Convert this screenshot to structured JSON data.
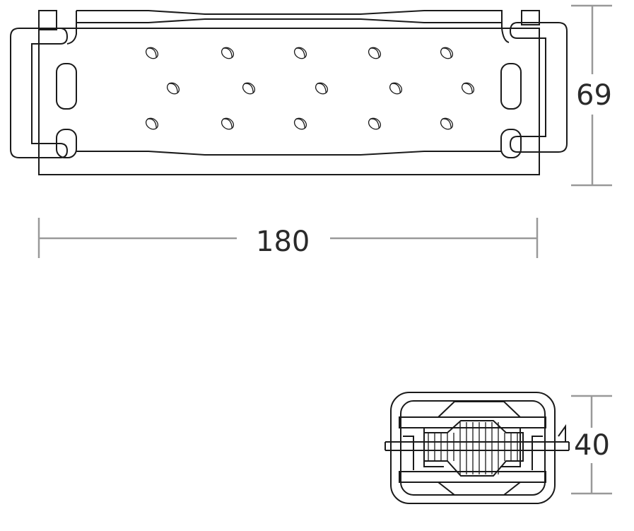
{
  "dimensions": {
    "length": "180",
    "width": "69",
    "height": "40"
  },
  "top_view": {
    "led_count": 15
  },
  "colors": {
    "line": "#1a1a1a",
    "dimension": "#999999",
    "text": "#2a2a2a"
  }
}
